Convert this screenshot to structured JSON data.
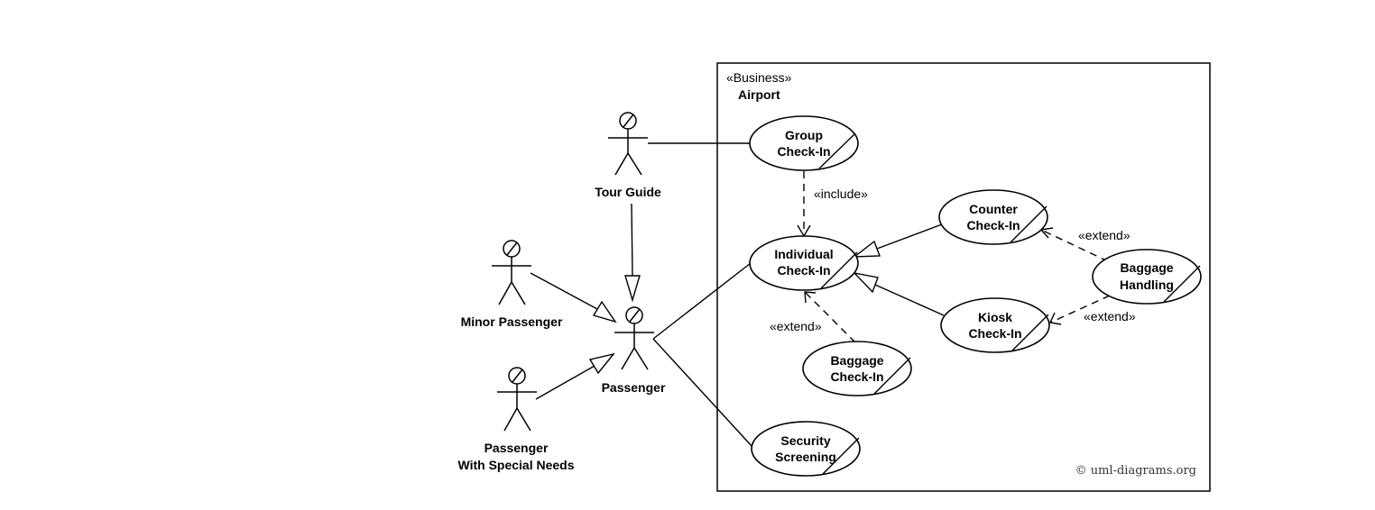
{
  "boundary": {
    "stereotype": "«Business»",
    "name": "Airport"
  },
  "actors": {
    "tour_guide": "Tour Guide",
    "minor_passenger": "Minor Passenger",
    "passenger": "Passenger",
    "special_needs_line1": "Passenger",
    "special_needs_line2": "With Special Needs"
  },
  "use_cases": {
    "group_checkin": [
      "Group",
      "Check-In"
    ],
    "individual_checkin": [
      "Individual",
      "Check-In"
    ],
    "counter_checkin": [
      "Counter",
      "Check-In"
    ],
    "kiosk_checkin": [
      "Kiosk",
      "Check-In"
    ],
    "baggage_handling": [
      "Baggage",
      "Handling"
    ],
    "baggage_checkin": [
      "Baggage",
      "Check-In"
    ],
    "security_screening": [
      "Security",
      "Screening"
    ]
  },
  "relations": {
    "include": "«include»",
    "extend_counter": "«extend»",
    "extend_kiosk": "«extend»",
    "extend_baggage": "«extend»"
  },
  "copyright": "© uml-diagrams.org"
}
